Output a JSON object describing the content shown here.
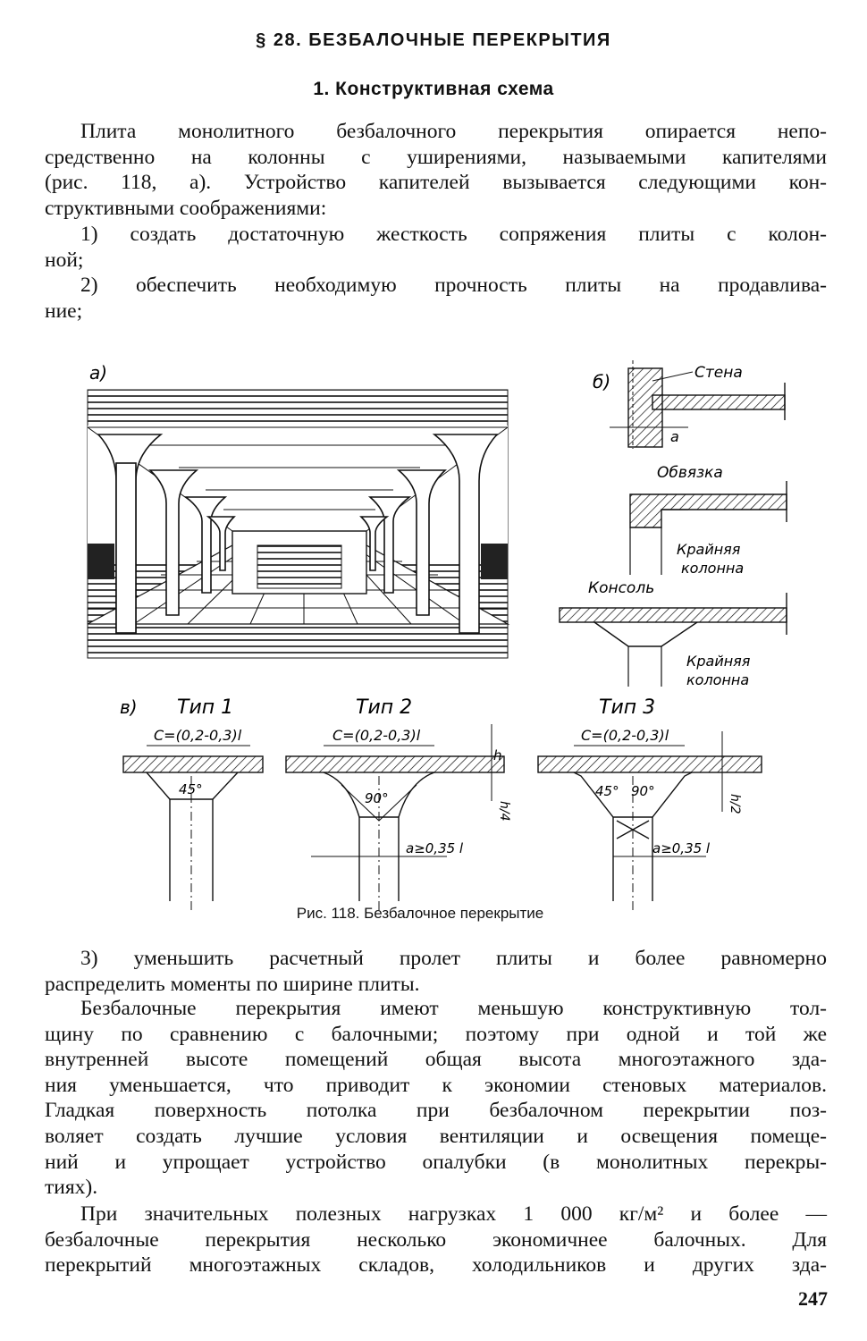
{
  "section_title": "§ 28. БЕЗБАЛОЧНЫЕ ПЕРЕКРЫТИЯ",
  "subsection_title": "1. Конструктивная схема",
  "intro_lines": [
    "Плита монолитного безбалочного перекрытия опирается непо-",
    "средственно на колонны с уширениями, называемыми капителями",
    "(рис. 118, а). Устройство капителей вызывается следующими кон-",
    "структивными соображениями:"
  ],
  "item1_lines": [
    "1) создать достаточную жесткость сопряжения плиты с колон-",
    "ной;"
  ],
  "item2_lines": [
    "2) обеспечить необходимую прочность плиты на продавлива-",
    "ние;"
  ],
  "figure": {
    "label_a": "а)",
    "label_b": "б)",
    "label_v": "в)",
    "label_wall": "Стена",
    "label_a_dim": "а",
    "label_beam": "Обвязка",
    "label_edge_column_1": "Крайняя",
    "label_edge_column_1b": "колонна",
    "label_console": "Консоль",
    "label_edge_column_2": "Крайняя",
    "label_edge_column_2b": "колонна",
    "type1": "Тип 1",
    "type2": "Тип 2",
    "type3": "Тип 3",
    "c_dim_1": "С=(0,2-0,3)l",
    "c_dim_2": "С=(0,2-0,3)l",
    "c_dim_3": "С=(0,2-0,3)l",
    "angle_45_1": "45°",
    "angle_90_2": "90°",
    "angle_45_3": "45°",
    "angle_90_3": "90°",
    "h_label": "h",
    "h4_label": "h/4",
    "h2_label": "h/2",
    "a_dim_2": "а≥0,35 l",
    "a_dim_3": "а≥0,35 l"
  },
  "caption": "Рис. 118. Безбалочное перекрытие",
  "item3_lines": [
    "3) уменьшить расчетный пролет плиты и более равномерно",
    "распределить моменты по ширине плиты."
  ],
  "para2_lines": [
    "Безбалочные перекрытия имеют меньшую конструктивную тол-",
    "щину по сравнению с балочными; поэтому при одной и той же",
    "внутренней высоте помещений общая высота многоэтажного зда-",
    "ния уменьшается, что приводит к экономии стеновых материалов.",
    "Гладкая поверхность потолка при безбалочном перекрытии поз-",
    "воляет создать лучшие условия вентиляции и освещения помеще-",
    "ний и упрощает устройство опалубки (в монолитных перекры-",
    "тиях)."
  ],
  "para3_lines": [
    "При значительных полезных нагрузках 1 000 кг/м² и более —",
    "безбалочные перекрытия несколько экономичнее балочных. Для",
    "перекрытий многоэтажных складов, холодильников и других зда-"
  ],
  "page_number": "247"
}
